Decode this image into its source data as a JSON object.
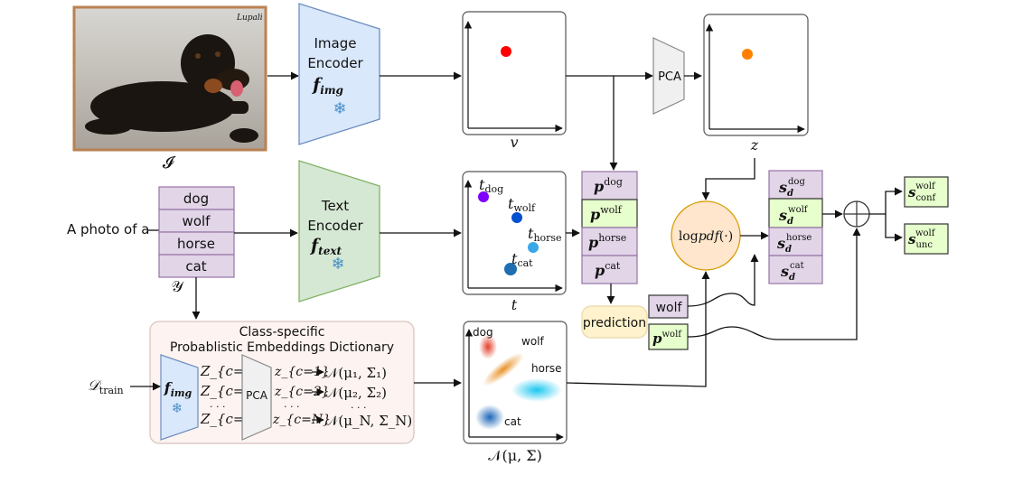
{
  "image_input": {
    "watermark": "Lupali",
    "label": "𝓘"
  },
  "image_encoder": {
    "line1": "Image",
    "line2": "Encoder",
    "symbol": "f",
    "sub": "img"
  },
  "text_encoder": {
    "line1": "Text",
    "line2": "Encoder",
    "symbol": "f",
    "sub": "text"
  },
  "v_plot": {
    "label": "v"
  },
  "pca_top": {
    "label": "PCA"
  },
  "z_plot": {
    "label": "z"
  },
  "t_plot": {
    "label": "t",
    "points": [
      {
        "sym": "t",
        "sub": "dog"
      },
      {
        "sym": "t",
        "sub": "wolf"
      },
      {
        "sym": "t",
        "sub": "horse"
      },
      {
        "sym": "t",
        "sub": "cat"
      }
    ]
  },
  "prompt_text": "A photo of a",
  "classes": [
    "dog",
    "wolf",
    "horse",
    "cat"
  ],
  "classes_label": "𝒴",
  "p_column": [
    {
      "sym": "p",
      "sup": "dog"
    },
    {
      "sym": "p",
      "sup": "wolf"
    },
    {
      "sym": "p",
      "sup": "horse"
    },
    {
      "sym": "p",
      "sup": "cat"
    }
  ],
  "prediction": "prediction",
  "wolf_box": "wolf",
  "p_wolf_box": {
    "sym": "p",
    "sup": "wolf"
  },
  "logpdf": {
    "pre": "log",
    "fn": "pdf",
    "arg": "(·)"
  },
  "s_column": [
    {
      "sym": "s",
      "sub": "d",
      "sup": "dog"
    },
    {
      "sym": "s",
      "sub": "d",
      "sup": "wolf"
    },
    {
      "sym": "s",
      "sub": "d",
      "sup": "horse"
    },
    {
      "sym": "s",
      "sub": "d",
      "sup": "cat"
    }
  ],
  "outputs": [
    {
      "sym": "s",
      "sub": "conf",
      "sup": "wolf"
    },
    {
      "sym": "s",
      "sub": "unc",
      "sup": "wolf"
    }
  ],
  "dictionary": {
    "title1": "Class-specific",
    "title2": "Probablistic Embeddings Dictionary",
    "train_label": "𝒟",
    "train_sub": "train",
    "encoder_symbol": "f",
    "encoder_sub": "img",
    "pca": "PCA",
    "Z_rows": [
      "Z_{c=1}",
      "Z_{c=2}",
      "Z_{c=N}"
    ],
    "z_rows": [
      "z_{c=1}",
      "z_{c=2}",
      "z_{c=N}"
    ],
    "N_rows": [
      "𝒩(μ₁, Σ₁)",
      "𝒩(μ₂, Σ₂)",
      "𝒩(μ_N, Σ_N)"
    ],
    "dots": "· · ·"
  },
  "gauss_plot": {
    "labels": [
      "dog",
      "wolf",
      "horse",
      "cat"
    ],
    "caption": "𝒩(μ, Σ)"
  },
  "colors": {
    "image_encoder_fill": "#dae8fc",
    "image_encoder_stroke": "#6c8ebf",
    "text_encoder_fill": "#d5e8d4",
    "text_encoder_stroke": "#82b366",
    "class_fill": "#e1d5e7",
    "class_stroke": "#9673a6",
    "green_fill": "#e6ffcc",
    "prediction_fill": "#fff2cc",
    "logpdf_fill": "#ffe6cc",
    "logpdf_stroke": "#d79b00",
    "dict_fill": "#fdf3f0",
    "dict_stroke": "#d8c2bd",
    "v_dot": "#ff0000",
    "z_dot": "#ff8000",
    "t_dog": "#7f00ff",
    "t_wolf": "#0050d0",
    "t_horse": "#3aa8e8",
    "t_cat": "#1f6eb0",
    "accent_label": "#6b0000"
  }
}
